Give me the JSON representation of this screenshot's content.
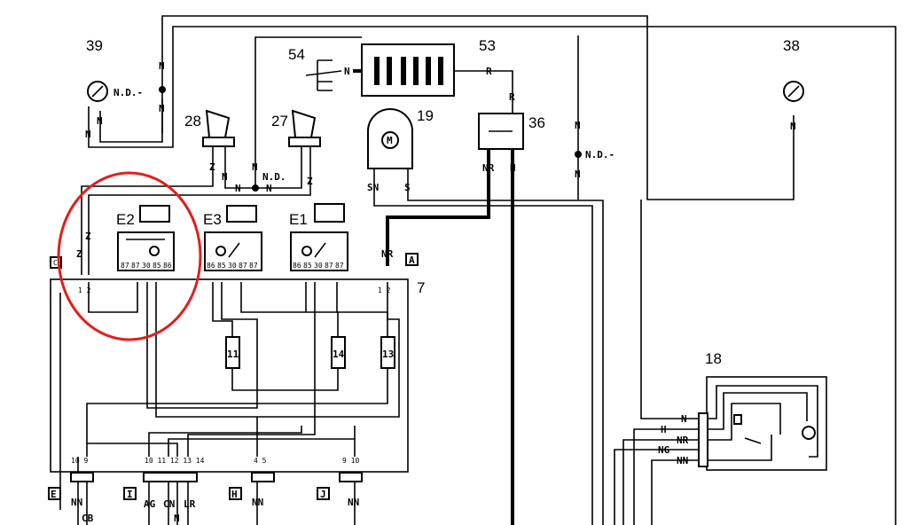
{
  "colors": {
    "line": "#000000",
    "highlight": "#e0201c",
    "background": "#ffffff"
  },
  "components": {
    "c39": "39",
    "c38": "38",
    "c54": "54",
    "c53": "53",
    "c28": "28",
    "c27": "27",
    "c19": "19",
    "c36": "36",
    "c7": "7",
    "c18": "18",
    "c11": "11",
    "c14": "14",
    "c13": "13",
    "e2": "E2",
    "e3": "E3",
    "e1": "E1"
  },
  "connectors": {
    "a": "A",
    "c": "C",
    "e": "E",
    "i": "I",
    "h": "H",
    "j": "J"
  },
  "wires": {
    "n": "N",
    "nd": "N.D.-",
    "nd2": "N.D.",
    "r": "R",
    "nr": "NR",
    "sn": "SN",
    "s": "S",
    "z": "Z",
    "h": "H",
    "ng": "NG",
    "nn": "NN",
    "cb": "CB",
    "ag": "AG",
    "cn": "CN",
    "lr": "LR",
    "m": "M"
  },
  "pins": {
    "e2": [
      "87",
      "87",
      "30",
      "85",
      "86"
    ],
    "e3": [
      "86",
      "85",
      "30",
      "87",
      "87"
    ],
    "e1": [
      "86",
      "85",
      "30",
      "87",
      "87"
    ],
    "p12": "1 2",
    "pA": "1 2",
    "bottomE": "10 9",
    "bottomI": "10 11 12 13 14",
    "bottomH": "4 5",
    "bottomJ": "9 10"
  },
  "icons": [
    "lamp-icon",
    "ground-icon",
    "battery-icon",
    "motor-icon",
    "relay-icon",
    "horn-icon",
    "heated-window-icon",
    "fan-icon"
  ]
}
